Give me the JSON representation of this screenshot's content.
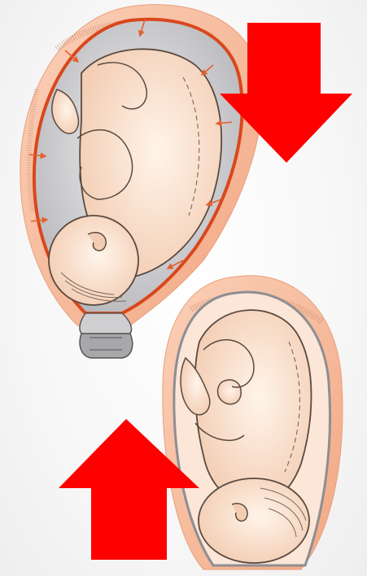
{
  "figure": {
    "panels": [
      {
        "id": "upper",
        "arrow_direction": "down"
      },
      {
        "id": "lower",
        "arrow_direction": "up"
      }
    ],
    "colors": {
      "arrow": "#ff0000",
      "outer_tissue": "#f6b79a",
      "uterine_wall": "#d9471c",
      "fluid": "#c9c9cb",
      "skin": "#f8dcc6",
      "outline": "#5a4a40",
      "pressure_arrows": "#e4602d",
      "cervix": "#9c9c9c"
    },
    "icons": [
      "arrow-down-icon",
      "arrow-up-icon",
      "pressure-arrow-icon"
    ]
  }
}
